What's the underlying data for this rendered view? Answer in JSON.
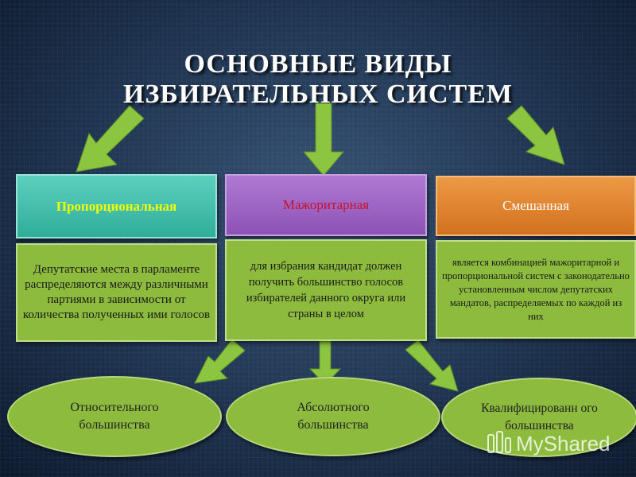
{
  "title": {
    "line1": "ОСНОВНЫЕ ВИДЫ",
    "line2": "ИЗБИРАТЕЛЬНЫХ СИСТЕМ"
  },
  "systems": [
    {
      "name": "Пропорциональная",
      "description": "Депутатские места в парламенте распределяются между различными партиями в зависимости от количества полученных ими голосов",
      "header_color": "#3fbfa9",
      "header_text_color": "#f3ff00"
    },
    {
      "name": "Мажоритарная",
      "description": "для избрания кандидат должен получить большинство голосов избирателей данного округа или страны в целом",
      "header_color": "#9b63c3",
      "header_text_color": "#c8102e"
    },
    {
      "name": "Смешанная",
      "description": "является комбинацией мажоритарной и пропорциональной систем с законодательно установленным числом депутатских мандатов, распределяемых по каждой из них",
      "header_color": "#e0822c",
      "header_text_color": "#ffffff"
    }
  ],
  "majority_types": [
    "Относительного большинства",
    "Абсолютного большинства",
    "Квалифицированн ого большинства"
  ],
  "watermark": "MyShared",
  "colors": {
    "arrow": "#8cc540",
    "box": "#8dbb3e",
    "background": "#1b2f4a"
  }
}
